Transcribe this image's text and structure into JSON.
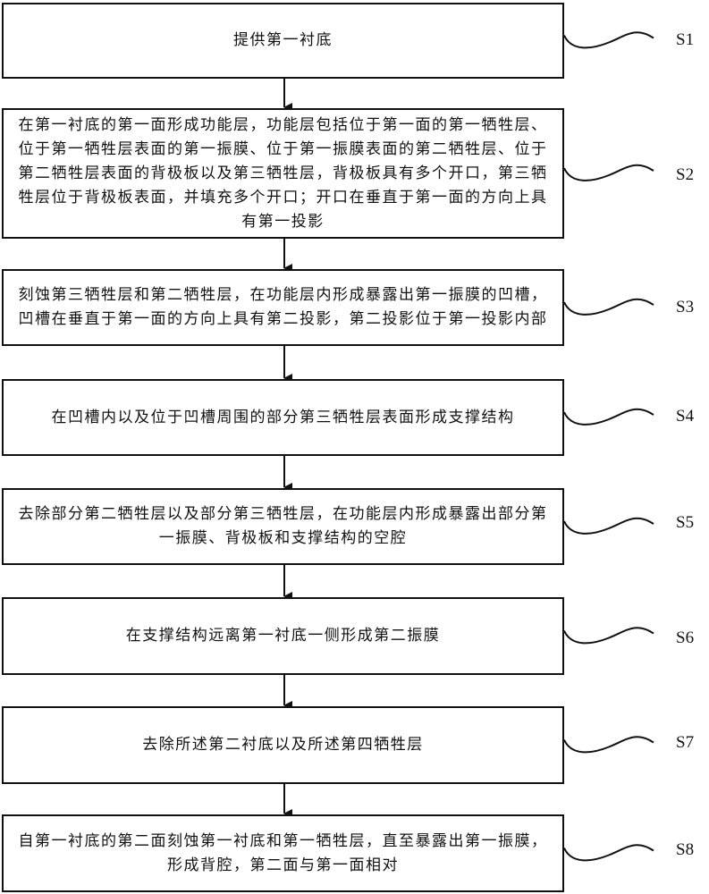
{
  "flowchart": {
    "steps": [
      {
        "id": "S1",
        "label": "S1",
        "text": "提供第一衬底"
      },
      {
        "id": "S2",
        "label": "S2",
        "text": "在第一衬底的第一面形成功能层，功能层包括位于第一面的第一牺牲层、位于第一牺牲层表面的第一振膜、位于第一振膜表面的第二牺牲层、位于第二牺牲层表面的背极板以及第三牺牲层，背极板具有多个开口，第三牺牲层位于背极板表面，并填充多个开口；开口在垂直于第一面的方向上具有第一投影"
      },
      {
        "id": "S3",
        "label": "S3",
        "text": "刻蚀第三牺牲层和第二牺牲层，在功能层内形成暴露出第一振膜的凹槽，凹槽在垂直于第一面的方向上具有第二投影，第二投影位于第一投影内部"
      },
      {
        "id": "S4",
        "label": "S4",
        "text": "在凹槽内以及位于凹槽周围的部分第三牺牲层表面形成支撑结构"
      },
      {
        "id": "S5",
        "label": "S5",
        "text": "去除部分第二牺牲层以及部分第三牺牲层，在功能层内形成暴露出部分第一振膜、背极板和支撑结构的空腔"
      },
      {
        "id": "S6",
        "label": "S6",
        "text": "在支撑结构远离第一衬底一侧形成第二振膜"
      },
      {
        "id": "S7",
        "label": "S7",
        "text": "去除所述第二衬底以及所述第四牺牲层"
      },
      {
        "id": "S8",
        "label": "S8",
        "text": "自第一衬底的第二面刻蚀第一衬底和第一牺牲层，直至暴露出第一振膜，形成背腔，第二面与第一面相对"
      }
    ]
  }
}
